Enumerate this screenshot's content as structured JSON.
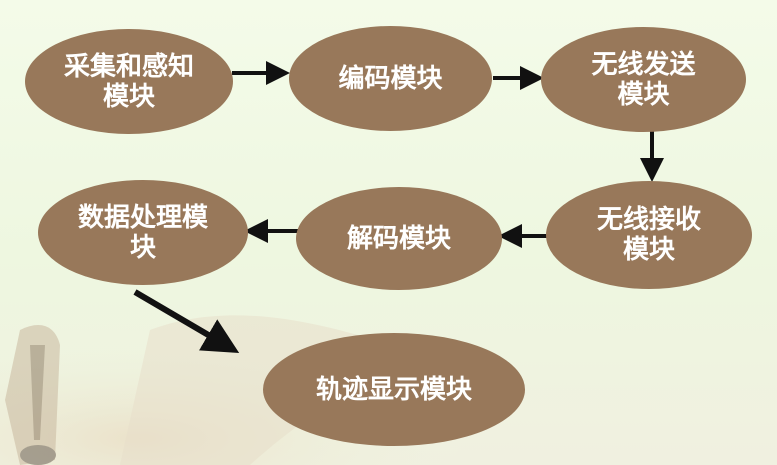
{
  "nodes": [
    {
      "id": "n1",
      "label": "采集和感知\n模块"
    },
    {
      "id": "n2",
      "label": "编码模块"
    },
    {
      "id": "n3",
      "label": "无线发送\n模块"
    },
    {
      "id": "n4",
      "label": "无线接收\n模块"
    },
    {
      "id": "n5",
      "label": "解码模块"
    },
    {
      "id": "n6",
      "label": "数据处理模\n块"
    },
    {
      "id": "n7",
      "label": "轨迹显示模块"
    }
  ],
  "colors": {
    "node_fill": "#98785a",
    "node_text": "#ffffff",
    "arrow": "#111111"
  }
}
